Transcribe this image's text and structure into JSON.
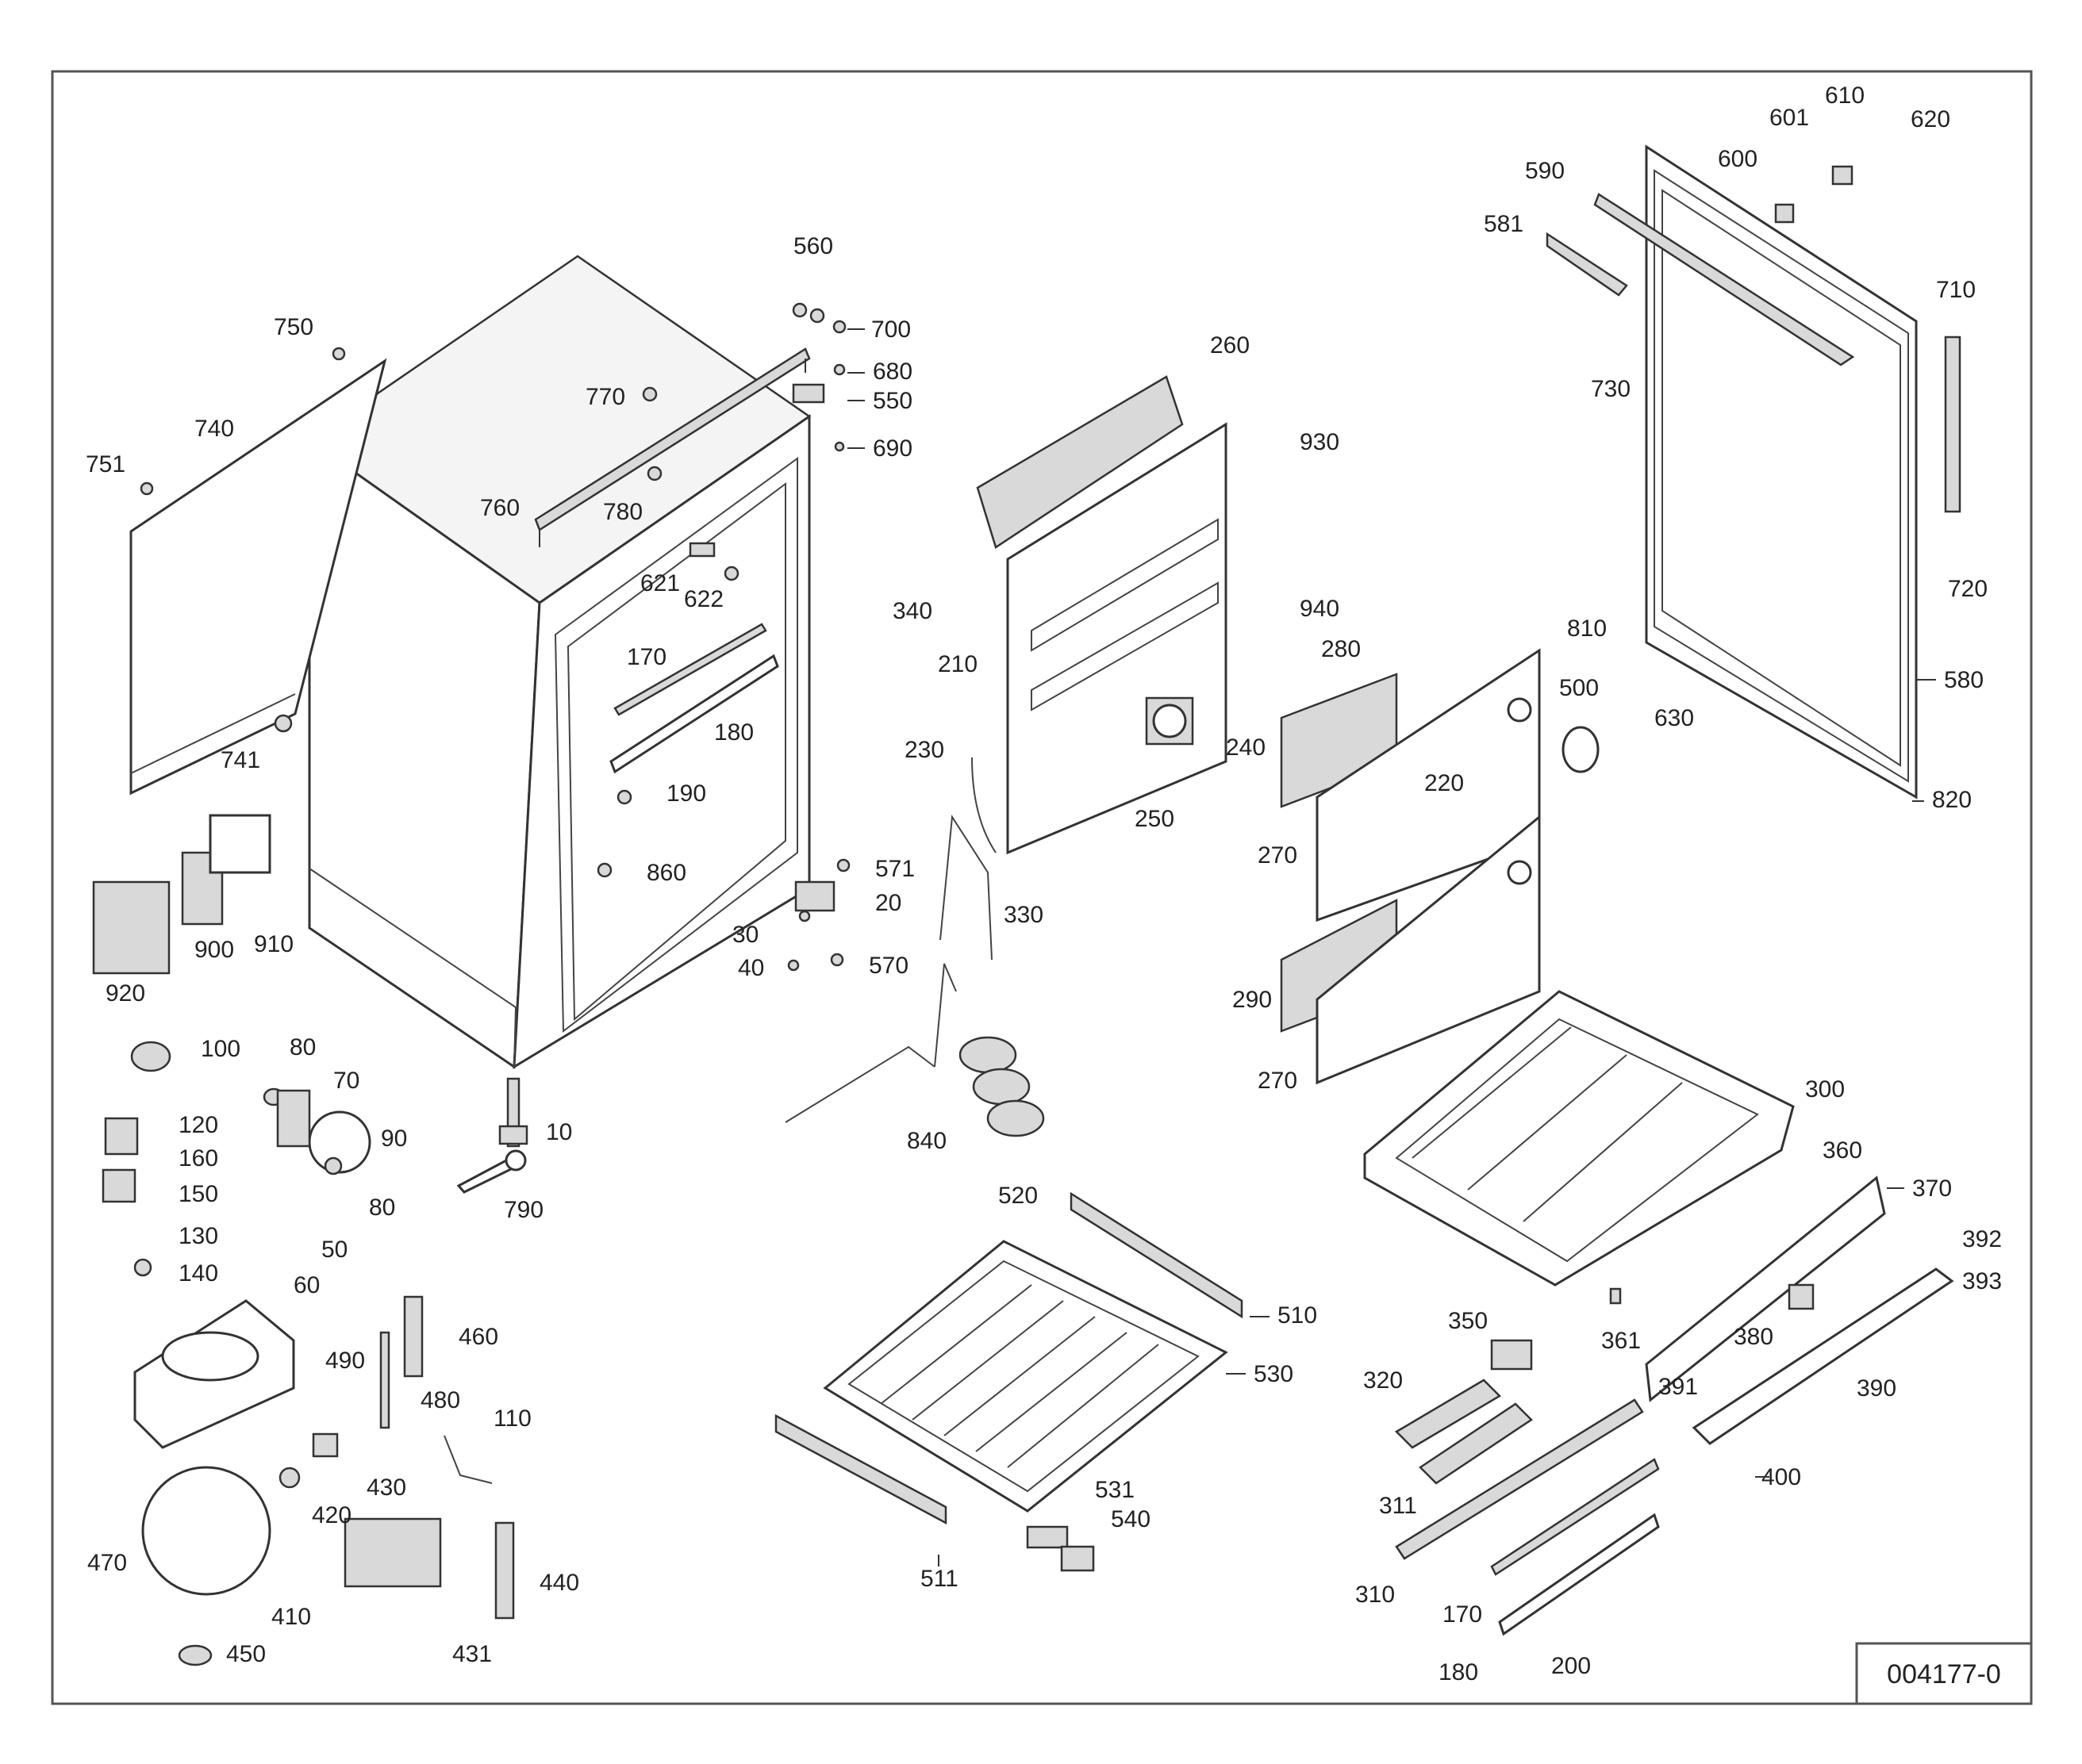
{
  "drawing_code": "004177-0",
  "labels": [
    "10",
    "20",
    "30",
    "40",
    "50",
    "60",
    "70",
    "80",
    "80",
    "90",
    "100",
    "110",
    "120",
    "130",
    "140",
    "150",
    "160",
    "170",
    "170",
    "180",
    "180",
    "190",
    "200",
    "210",
    "220",
    "230",
    "240",
    "250",
    "260",
    "270",
    "270",
    "280",
    "290",
    "300",
    "310",
    "311",
    "320",
    "330",
    "340",
    "350",
    "360",
    "361",
    "370",
    "380",
    "390",
    "391",
    "392",
    "393",
    "400",
    "410",
    "420",
    "430",
    "431",
    "440",
    "450",
    "460",
    "470",
    "480",
    "490",
    "500",
    "510",
    "511",
    "520",
    "530",
    "531",
    "540",
    "550",
    "560",
    "570",
    "571",
    "580",
    "581",
    "590",
    "600",
    "601",
    "610",
    "620",
    "621",
    "622",
    "630",
    "680",
    "690",
    "700",
    "710",
    "720",
    "730",
    "740",
    "741",
    "750",
    "751",
    "760",
    "770",
    "780",
    "790",
    "810",
    "820",
    "840",
    "860",
    "900",
    "910",
    "920",
    "930",
    "940"
  ]
}
